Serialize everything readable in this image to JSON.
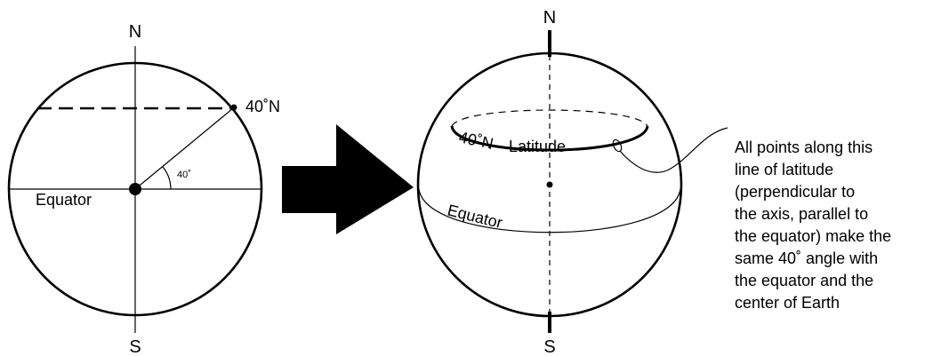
{
  "left_diagram": {
    "north_label": "N",
    "south_label": "S",
    "latitude_label": "40˚N",
    "angle_label": "40˚",
    "equator_label": "Equator"
  },
  "right_diagram": {
    "north_label": "N",
    "south_label": "S",
    "latitude_label_num": "40˚N",
    "latitude_label_word": "Latitude",
    "equator_label": "Equator"
  },
  "callout": {
    "lines": [
      "All points along this",
      "line of latitude",
      "(perpendicular to",
      "the axis, parallel to",
      "the equator) make the",
      "same 40˚ angle with",
      "the equator and the",
      "center of Earth"
    ]
  },
  "colors": {
    "stroke": "#000000",
    "background": "#ffffff"
  }
}
